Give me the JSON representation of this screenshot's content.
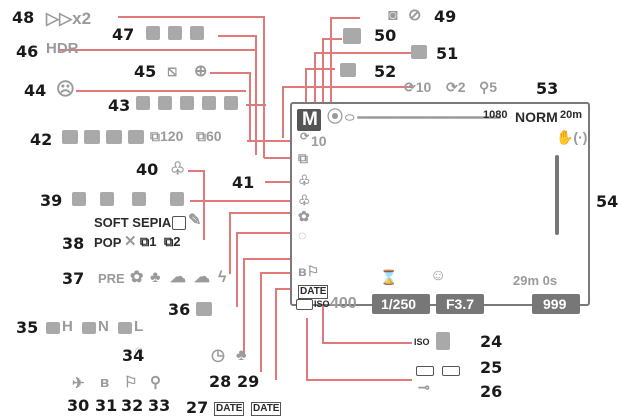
{
  "numbers": [
    "24",
    "25",
    "26",
    "27",
    "28",
    "29",
    "30",
    "31",
    "32",
    "33",
    "34",
    "35",
    "36",
    "37",
    "38",
    "39",
    "40",
    "41",
    "42",
    "43",
    "44",
    "45",
    "46",
    "47",
    "48",
    "49",
    "50",
    "51",
    "52",
    "53",
    "54"
  ],
  "texts": {
    "t48": "▷▷x2",
    "t46": "HDR",
    "t42a": "120",
    "t42b": "60",
    "t38a": "SOFT SEPIA",
    "t38b": "POP",
    "t38c": "1",
    "t38d": "2",
    "t37": "PRE",
    "t35h": "H",
    "t35n": "N",
    "t35l": "L",
    "t53a": "10",
    "t53b": "2",
    "t53c": "5",
    "s_mode": "M",
    "s_timer": "10",
    "s_res": "1080",
    "s_norm": "NORM",
    "s_20m": "20m",
    "s_date": "DATE",
    "s_iso": "ISO",
    "s_isoval": "400",
    "s_shutter": "1/250",
    "s_fnum": "F3.7",
    "s_time": "29m 0s",
    "s_count": "999",
    "t24": "ISO",
    "t27a": "DATE",
    "t27b": "DATE"
  },
  "colors": {
    "leader": "#e07a7a",
    "icon": "#9a9a9a",
    "number": "#1a1a1a"
  }
}
